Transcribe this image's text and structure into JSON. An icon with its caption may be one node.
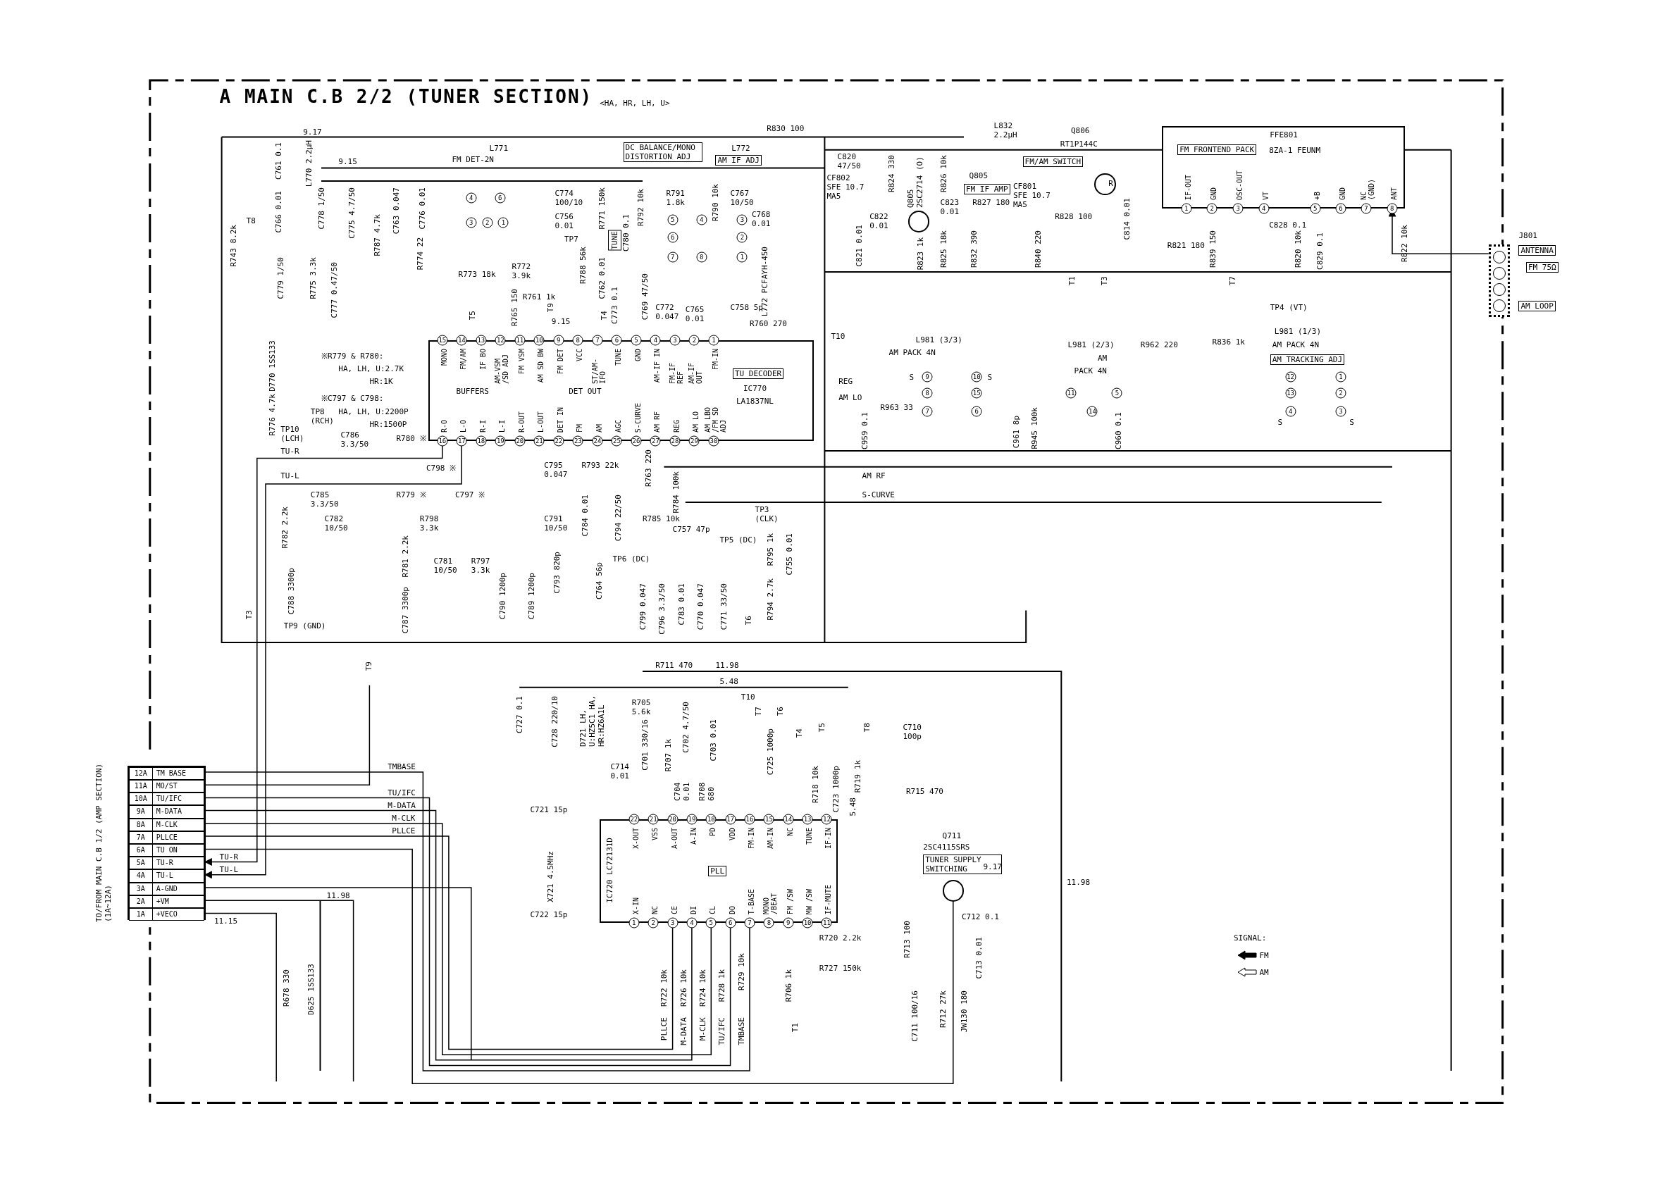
{
  "diagram": {
    "title": "A MAIN C.B 2/2 (TUNER SECTION)",
    "nodes": [
      {
        "text": [
          "TU DECODER",
          "IC770",
          "LA1837NL",
          "MONO",
          "FM/AM",
          "IF BO",
          "AM-VSM /SD ADJ",
          "FM VSM",
          "AM SD BW",
          "FM DET",
          "VCC",
          "ST/AM-IFO",
          "TUNE",
          "GND",
          "AM-IF IN",
          "FM-IF REF",
          "AM-IF OUT",
          "FM-IN",
          "BUFFERS",
          "DET OUT",
          "R-O",
          "L-O",
          "R-I",
          "L-I",
          "R-OUT",
          "L-OUT",
          "DET IN",
          "FM",
          "AM",
          "AGC",
          "S-CURVE",
          "AM RF",
          "REG",
          "AM LO",
          "AM LBO /FM SD ADJ"
        ]
      },
      {
        "text": [
          "FFE801",
          "FM FRONTEND PACK",
          "8ZA-1 FEUNM",
          "IF-OUT",
          "GND",
          "OSC-OUT",
          "VT",
          "+B",
          "GND",
          "NC (GND)",
          "ANT"
        ]
      },
      {
        "text": [
          "IC720 LC72131D",
          "PLL",
          "X-OUT",
          "VSS",
          "A-OUT",
          "A-IN",
          "PD",
          "VDD",
          "FM-IN",
          "AM-IN",
          "NC",
          "TUNE",
          "IF-IN",
          "X-IN",
          "NC",
          "CE",
          "DI",
          "CL",
          "DO",
          "T-BASE",
          "MONO /BEAT",
          "FM /SW",
          "MW /SW",
          "IF-MUTE"
        ]
      },
      {
        "text": [],
        "shape": "box",
        "beside": [
          "J801",
          "ANTENNA",
          "FM 75Ω",
          "AM LOOP"
        ]
      },
      {
        "text": [],
        "shape": "box",
        "beside": [
          "TO/FROM MAIN C.B 1/2 (AMP SECTION) (1A~12A)"
        ]
      },
      {
        "text": [
          "12A",
          "TM BASE"
        ],
        "in": 4
      },
      {
        "text": [
          "11A",
          "MO/ST"
        ],
        "in": 4
      },
      {
        "text": [
          "10A",
          "TU/IFC"
        ],
        "in": 4
      },
      {
        "text": [
          "9A",
          "M-DATA"
        ],
        "in": 4
      },
      {
        "text": [
          "8A",
          "M-CLK"
        ],
        "in": 4
      },
      {
        "text": [
          "7A",
          "PLLCE"
        ],
        "in": 4
      },
      {
        "text": [
          "6A",
          "TU ON"
        ],
        "in": 4
      },
      {
        "text": [
          "5A",
          "TU-R"
        ],
        "in": 4
      },
      {
        "text": [
          "4A",
          "TU-L"
        ],
        "in": 4
      },
      {
        "text": [
          "3A",
          "A-GND"
        ],
        "in": 4
      },
      {
        "text": [
          "2A",
          "+VM"
        ],
        "in": 4
      },
      {
        "text": [
          "1A",
          "+VECO"
        ],
        "in": 4
      },
      {
        "text": [],
        "shape": "circle",
        "beside": [
          "Q805 2SC2714 (O)",
          "Q805",
          "FM IF AMP"
        ]
      },
      {
        "text": [
          "R"
        ],
        "beside": [
          "Q806",
          "RT1P144C",
          "FM/AM SWITCH"
        ]
      },
      {
        "text": [],
        "shape": "circle",
        "beside": [
          "Q711",
          "2SC4115SRS",
          "TUNER SUPPLY SWITCHING"
        ]
      }
    ],
    "edges": [
      {
        "from": 5,
        "to": 2,
        "arrow": "none",
        "label": "TMBASE"
      },
      {
        "from": 7,
        "to": 2,
        "arrow": "none",
        "label": "TU/IFC"
      },
      {
        "from": 8,
        "to": 2,
        "arrow": "none",
        "label": "M-DATA"
      },
      {
        "from": 9,
        "to": 2,
        "arrow": "none",
        "label": "M-CLK"
      },
      {
        "from": 10,
        "to": 2,
        "arrow": "none",
        "label": "PLLCE"
      },
      {
        "from": 0,
        "to": 12,
        "arrow": "to",
        "label": "TU-R"
      },
      {
        "from": 0,
        "to": 13,
        "arrow": "to",
        "label": "TU-L"
      },
      {
        "from": 3,
        "to": 1,
        "arrow": "to"
      },
      {
        "from": 6,
        "to": null,
        "arrow": "none"
      },
      {
        "from": 11,
        "to": 19,
        "arrow": "none"
      },
      {
        "from": 14,
        "to": null,
        "arrow": "none"
      },
      {
        "from": 15,
        "to": null,
        "arrow": "none"
      },
      {
        "from": 16,
        "to": null,
        "arrow": "none"
      }
    ],
    "labels": [
      "<HA, HR, LH, U>",
      "9.17",
      "C761 0.1",
      "L770 2.2µH",
      "9.15",
      "C766 0.01",
      "L771",
      "FM DET-2N",
      "T8",
      "R743 8.2k",
      "C779 1/50",
      "R775 3.3k",
      "C778 1/50",
      "C775 4.7/50",
      "C777 0.47/50",
      "R787 4.7k",
      "C763 0.047",
      "C776 0.01",
      "R774 22",
      "R773 18k",
      "R772 3.9k",
      "R765 150",
      "T5",
      "T9",
      "R761 1k",
      "9.15",
      "T4",
      "C774 100/10",
      "C756 0.01",
      "R771 150k",
      "TP7",
      "TUNE",
      "C780 0.1",
      "R788 56k",
      "C762 0.01",
      "C773 0.1",
      "DC BALANCE/MONO DISTORTION ADJ",
      "L772",
      "AM IF ADJ",
      "R792 10k",
      "R791 1.8k",
      "R790 10k",
      "C767 10/50",
      "C768 0.01",
      "C772 0.047",
      "C769 47/50",
      "C765 0.01",
      "C758 5p",
      "L772 PCFAYH-450",
      "R760 270",
      "※R779 & R780:",
      "HA, LH, U:2.7K",
      "HR:1K",
      "※C797 & C798:",
      "HA, LH, U:2200P",
      "HR:1500P",
      "D770 1SS133",
      "R776 4.7k",
      "TP8 (RCH)",
      "TP10 (LCH)",
      "C786 3.3/50",
      "R780 ※",
      "TU-R",
      "C798 ※",
      "TU-L",
      "C785 3.3/50",
      "R779 ※",
      "C797 ※",
      "C782 10/50",
      "R798 3.3k",
      "R782 2.2k",
      "C795 0.047",
      "R793 22k",
      "C791 10/50",
      "C784 0.01",
      "C794 22/50",
      "R781 2.2k",
      "C781 10/50",
      "R797 3.3k",
      "C788 3300p",
      "TP9 (GND)",
      "C787 3300p",
      "C790 1200p",
      "C789 1200p",
      "C793 820p",
      "C764 56p",
      "TP6 (DC)",
      "R763 220",
      "R784 100k",
      "R785 10k",
      "C757 47p",
      "TP5 (DC)",
      "TP3 (CLK)",
      "R795 1k",
      "C755 0.01",
      "T3",
      "C799 0.047",
      "C796 3.3/50",
      "C783 0.01",
      "C770 0.047",
      "C771 33/50",
      "T6",
      "R794 2.7k",
      "T9",
      "R830 100",
      "L832 2.2µH",
      "C820 47/50",
      "CF802 SFE 10.7 MA5",
      "R824 330",
      "R826 10k",
      "C822 0.01",
      "C821 0.01",
      "R823 1k",
      "C823 0.01",
      "R827 180",
      "R825 18k",
      "CF801 SFE 10.7 MA5",
      "R832 390",
      "R828 100",
      "R840 220",
      "C814 0.01",
      "T1",
      "T3",
      "C828 0.1",
      "R821 180",
      "R839 150",
      "R820 10k",
      "C829 0.1",
      "R822 10k",
      "T7",
      "TP4 (VT)",
      "R836 1k",
      "R962 220",
      "T10",
      "L981 (3/3)",
      "AM PACK 4N",
      "L981 (2/3)",
      "AM",
      "PACK 4N",
      "L981 (1/3)",
      "AM PACK 4N",
      "AM TRACKING ADJ",
      "REG",
      "AM LO",
      "R963 33",
      "C959 0.1",
      "C961 8p",
      "R945 100k",
      "C960 0.1",
      "AM RF",
      "S-CURVE",
      "R711 470",
      "11.98",
      "5.48",
      "T10",
      "C727 0.1",
      "C728 220/10",
      "D721 LH, U:HZ5C1 HA, HR:HZ6A1L",
      "R705 5.6k",
      "C701 330/16",
      "C702 4.7/50",
      "C714 0.01",
      "R707 1k",
      "C703 0.01",
      "C704 0.01",
      "R708 680",
      "T7",
      "T6",
      "C725 1000p",
      "T4",
      "T5",
      "T8",
      "R718 10k",
      "C723 1000p",
      "R719 1k",
      "C710 100p",
      "R715 470",
      "5.48",
      "11.98",
      "C721 15p",
      "X721 4.5MHz",
      "C722 15p",
      "R720 2.2k",
      "R727 150k",
      "R713 100",
      "C712 0.1",
      "C713 0.01",
      "R722 10k",
      "R726 10k",
      "R724 10k",
      "R728 1k",
      "R729 10k",
      "R706 1k",
      "PLLCE",
      "M-DATA",
      "M-CLK",
      "TU/IFC",
      "TMBASE",
      "T1",
      "C711 100/16",
      "R712 27k",
      "JW130 180",
      "11.98",
      "11.15",
      "R678 330",
      "D625 1SS133",
      "SIGNAL:",
      "9.17",
      "4",
      "6",
      "3",
      "2",
      "1",
      "5",
      "4",
      "3",
      "6",
      "2",
      "7",
      "8",
      "1",
      "S",
      "9",
      "10",
      "S",
      "8",
      "15",
      "7",
      "6",
      "11",
      "14",
      "5",
      "12",
      "1",
      "13",
      "2",
      "4",
      "3",
      "S",
      "S",
      "15",
      "14",
      "13",
      "12",
      "11",
      "10",
      "9",
      "8",
      "7",
      "6",
      "5",
      "4",
      "3",
      "2",
      "1",
      "16",
      "17",
      "18",
      "19",
      "20",
      "21",
      "22",
      "23",
      "24",
      "25",
      "26",
      "27",
      "28",
      "29",
      "30",
      "1",
      "2",
      "3",
      "4",
      "5",
      "6",
      "7",
      "8",
      "22",
      "21",
      "20",
      "19",
      "18",
      "17",
      "16",
      "15",
      "14",
      "13",
      "12",
      "1",
      "2",
      "3",
      "4",
      "5",
      "6",
      "7",
      "8",
      "9",
      "10",
      "11"
    ],
    "legend": [
      {
        "text": "FM"
      },
      {
        "text": "AM"
      }
    ]
  }
}
